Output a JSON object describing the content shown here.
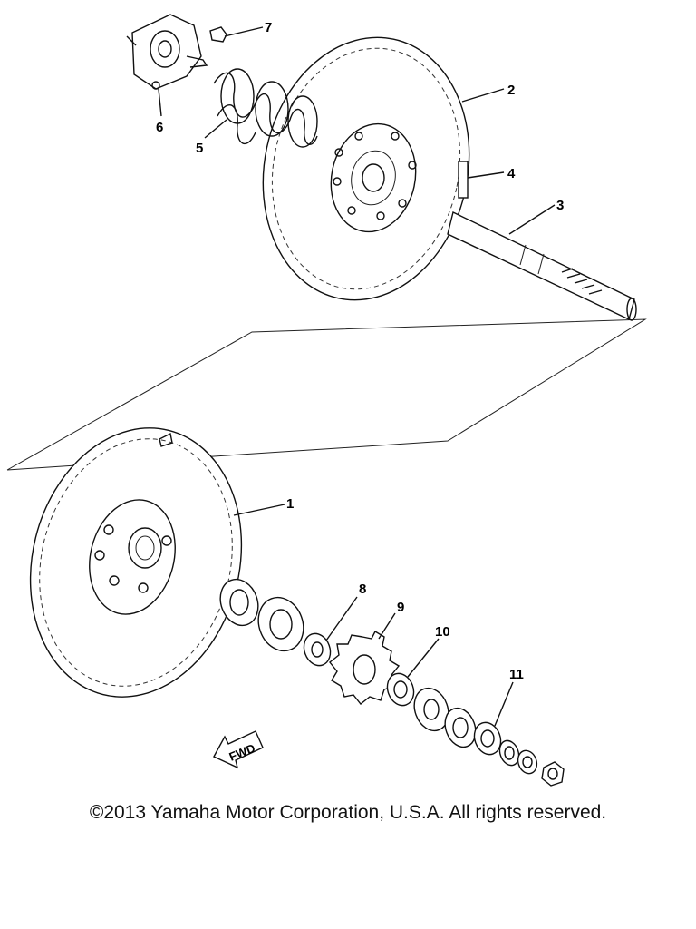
{
  "diagram": {
    "part_labels": {
      "p1": "1",
      "p2": "2",
      "p3": "3",
      "p4": "4",
      "p5": "5",
      "p6": "6",
      "p7": "7",
      "p8": "8",
      "p9": "9",
      "p10": "10",
      "p11": "11"
    },
    "fwd_label": "FWD"
  },
  "footer": {
    "copyright": "©2013 Yamaha Motor Corporation, U.S.A. All rights reserved."
  }
}
